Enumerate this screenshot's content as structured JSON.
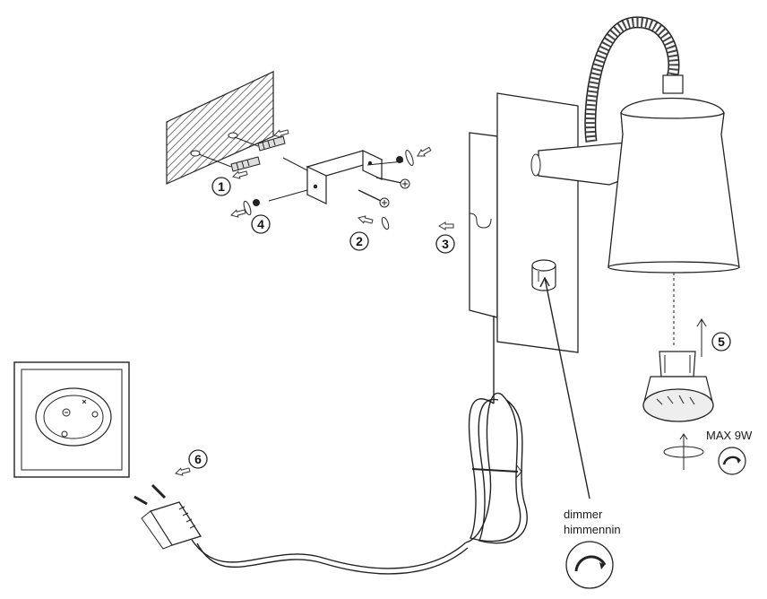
{
  "steps": [
    "1",
    "2",
    "3",
    "4",
    "5",
    "6"
  ],
  "dimmer": {
    "line1": "dimmer",
    "line2": "himmennin"
  },
  "bulb": {
    "max_label": "MAX 9W"
  },
  "icons": [
    "wall-icon",
    "mounting-bracket-icon",
    "wall-plug-icon",
    "screw-icon",
    "washer-icon",
    "arrow-icon",
    "backplate-icon",
    "lamp-arm-icon",
    "lamp-shade-icon",
    "gu10-bulb-icon",
    "dimmer-knob-icon",
    "dimmer-symbol-icon",
    "power-cord-icon",
    "cable-tie-icon",
    "euro-plug-icon",
    "wall-socket-icon",
    "rotate-icon",
    "step-number-icon"
  ]
}
